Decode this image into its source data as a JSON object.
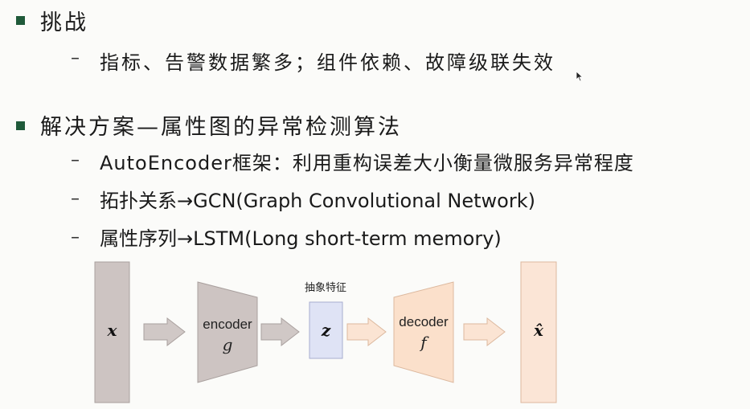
{
  "slide": {
    "sections": [
      {
        "heading": "挑战",
        "items": [
          "指标、告警数据繁多；组件依赖、故障级联失效"
        ]
      },
      {
        "heading": "解决方案—属性图的异常检测算法",
        "items": [
          "AutoEncoder框架：利用重构误差大小衡量微服务异常程度",
          "拓扑关系→GCN(Graph Convolutional Network)",
          "属性序列→LSTM(Long short-term memory)"
        ]
      }
    ],
    "dash": "–"
  },
  "diagram": {
    "input": "x",
    "encoder_label": "encoder",
    "encoder_fn": "g",
    "feature_caption": "抽象特征",
    "latent": "z",
    "decoder_label": "decoder",
    "decoder_fn": "f",
    "output": "x̂",
    "colors": {
      "input_fill": "#cdc4c2",
      "encoder_fill": "#cdc4c2",
      "latent_fill": "#dfe3f5",
      "decoder_fill": "#fbe0cb",
      "output_fill": "#fbe5d6",
      "bullet": "#1f5a3a"
    },
    "icons": [
      "arrow-right-icon",
      "arrow-right-icon",
      "arrow-right-icon",
      "arrow-right-icon"
    ]
  }
}
